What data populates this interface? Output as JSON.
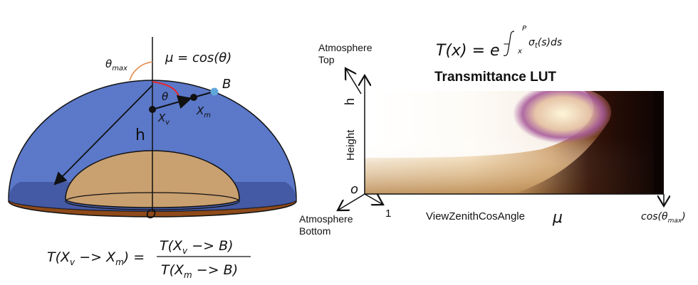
{
  "left_diagram": {
    "theta_max_label": "θ",
    "theta_max_sub": "max",
    "mu_eq_label": "μ = cos(θ)",
    "theta_label": "θ",
    "point_b_label": "B",
    "xv_label": "X",
    "xv_sub": "v",
    "xm_label": "X",
    "xm_sub": "m",
    "h_label": "h",
    "origin_label": "O",
    "colors": {
      "atmosphere": "#5b78c9",
      "atmosphere_edge": "#2f3f86",
      "ground": "#c9a070",
      "ground_dark": "#8e4a1a",
      "theta_arc": "#e8272a",
      "theta_max_arc": "#e8955a",
      "point_b": "#5fa7d9"
    }
  },
  "formula_bottom": {
    "lhs": "T(X",
    "lhs_sub_v": "v",
    "lhs_mid": " −> X",
    "lhs_sub_m": "m",
    "lhs_end": ") =",
    "num": "T(X",
    "num_sub": "v",
    "num_end": " −> B)",
    "den": "T(X",
    "den_sub": "m",
    "den_end": " −> B)"
  },
  "formula_top": {
    "lhs": "T(x) = e",
    "exponent_minus": "−",
    "integral_upper": "P",
    "integral_lower": "x",
    "integrand": "σ",
    "integrand_sub": "t",
    "integrand_end": "(s)ds"
  },
  "lut": {
    "title": "Transmittance LUT",
    "axis_top_label_line1": "Atmosphere",
    "axis_top_label_line2": "Top",
    "axis_bottom_label_line1": "Atmosphere",
    "axis_bottom_label_line2": "Bottom",
    "y_axis_label": "Height",
    "h_label": "h",
    "o_label": "o",
    "one_label": "1",
    "x_axis_label": "ViewZenithCosAngle",
    "mu_label": "μ",
    "cos_theta_max_label": "cos(θ",
    "cos_theta_max_sub": "max",
    "cos_theta_max_end": ")"
  }
}
